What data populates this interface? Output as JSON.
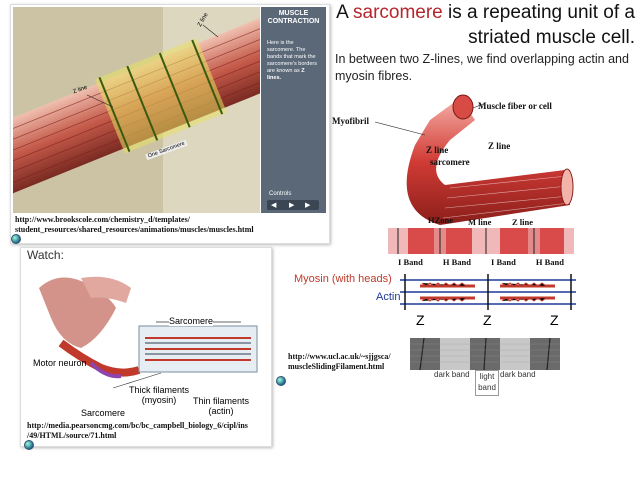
{
  "title": {
    "prefix": "A ",
    "highlight": "sarcomere",
    "suffix": " is a repeating unit of a striated muscle cell."
  },
  "intro": "In between two Z-lines, we find overlapping actin and myosin fibres.",
  "animation": {
    "side_header": "MUSCLE CONTRACTION",
    "side_text_pre": "Here is the sarcomere. The bands that mark the sarcomere's borders are known as ",
    "side_text_bold": "Z lines.",
    "controls_label": "Controls",
    "labels": {
      "z1": "Z line",
      "z2": "Z line",
      "one_sarcomere": "One Sarcomere"
    },
    "url": "http://www.brookscole.com/chemistry_d/templates/student_resources/shared_resources/animations/muscles/muscles.html",
    "url_line1": "http://www.brookscole.com/chemistry_d/templates/",
    "url_line2": "student_resources/shared_resources/animations/muscles/muscles.html"
  },
  "watch": {
    "label": "Watch:",
    "diagram_labels": {
      "sarcomere": "Sarcomere",
      "motor_neuron": "Motor neuron",
      "thick": "Thick filaments",
      "thick2": "(myosin)",
      "thin": "Thin filaments",
      "thin2": "(actin)",
      "sarcomere2": "Sarcomere"
    },
    "url_line1": "http://media.pearsoncmg.com/bc/bc_campbell_biology_6/cipl/ins",
    "url_line2": "/49/HTML/source/71.html"
  },
  "fiber_diagram": {
    "myofibril": "Myofibril",
    "muscle_fiber": "Muscle fiber or cell",
    "z_line_a": "Z line",
    "z_line_b": "Z line",
    "sarcomere": "sarcomere",
    "hzone": "HZone",
    "m_line": "M line",
    "z_line_c": "Z line",
    "bands": [
      "I Band",
      "H Band",
      "I Band",
      "H Band"
    ]
  },
  "filaments": {
    "myosin": "Myosin (with heads)",
    "actin": "Actin",
    "z_marks": [
      "Z",
      "Z",
      "Z"
    ],
    "em_labels": {
      "dark1": "dark band",
      "light": "light",
      "band": "band",
      "dark2": "dark band"
    }
  },
  "ucl": {
    "line1": "http://www.ucl.ac.uk/~sjjgsca/",
    "line2": "muscleSlidingFilament.html"
  },
  "colors": {
    "highlight": "#b5262e",
    "myosin": "#c0392b",
    "actin": "#1f3a9a"
  }
}
